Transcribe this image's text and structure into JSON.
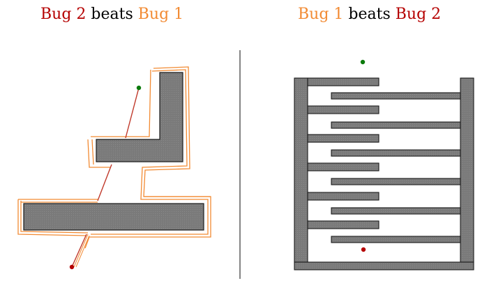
{
  "colors": {
    "bug2": "#b50000",
    "bug1": "#f28a32",
    "obstacle_fill": "#7a7a7a",
    "obstacle_stroke": "#1a1a1a",
    "start": "#b50000",
    "goal": "#0b7a0b",
    "divider": "#333333"
  },
  "panels": [
    {
      "caption": {
        "first": "Bug 2",
        "middle": " beats ",
        "second": "Bug 1",
        "first_color": "bug2",
        "second_color": "bug1"
      }
    },
    {
      "caption": {
        "first": "Bug 1",
        "middle": " beats ",
        "second": "Bug 2",
        "first_color": "bug1",
        "second_color": "bug2"
      }
    }
  ],
  "legend": {
    "start_marker": "red-dot",
    "goal_marker": "green-dot"
  }
}
